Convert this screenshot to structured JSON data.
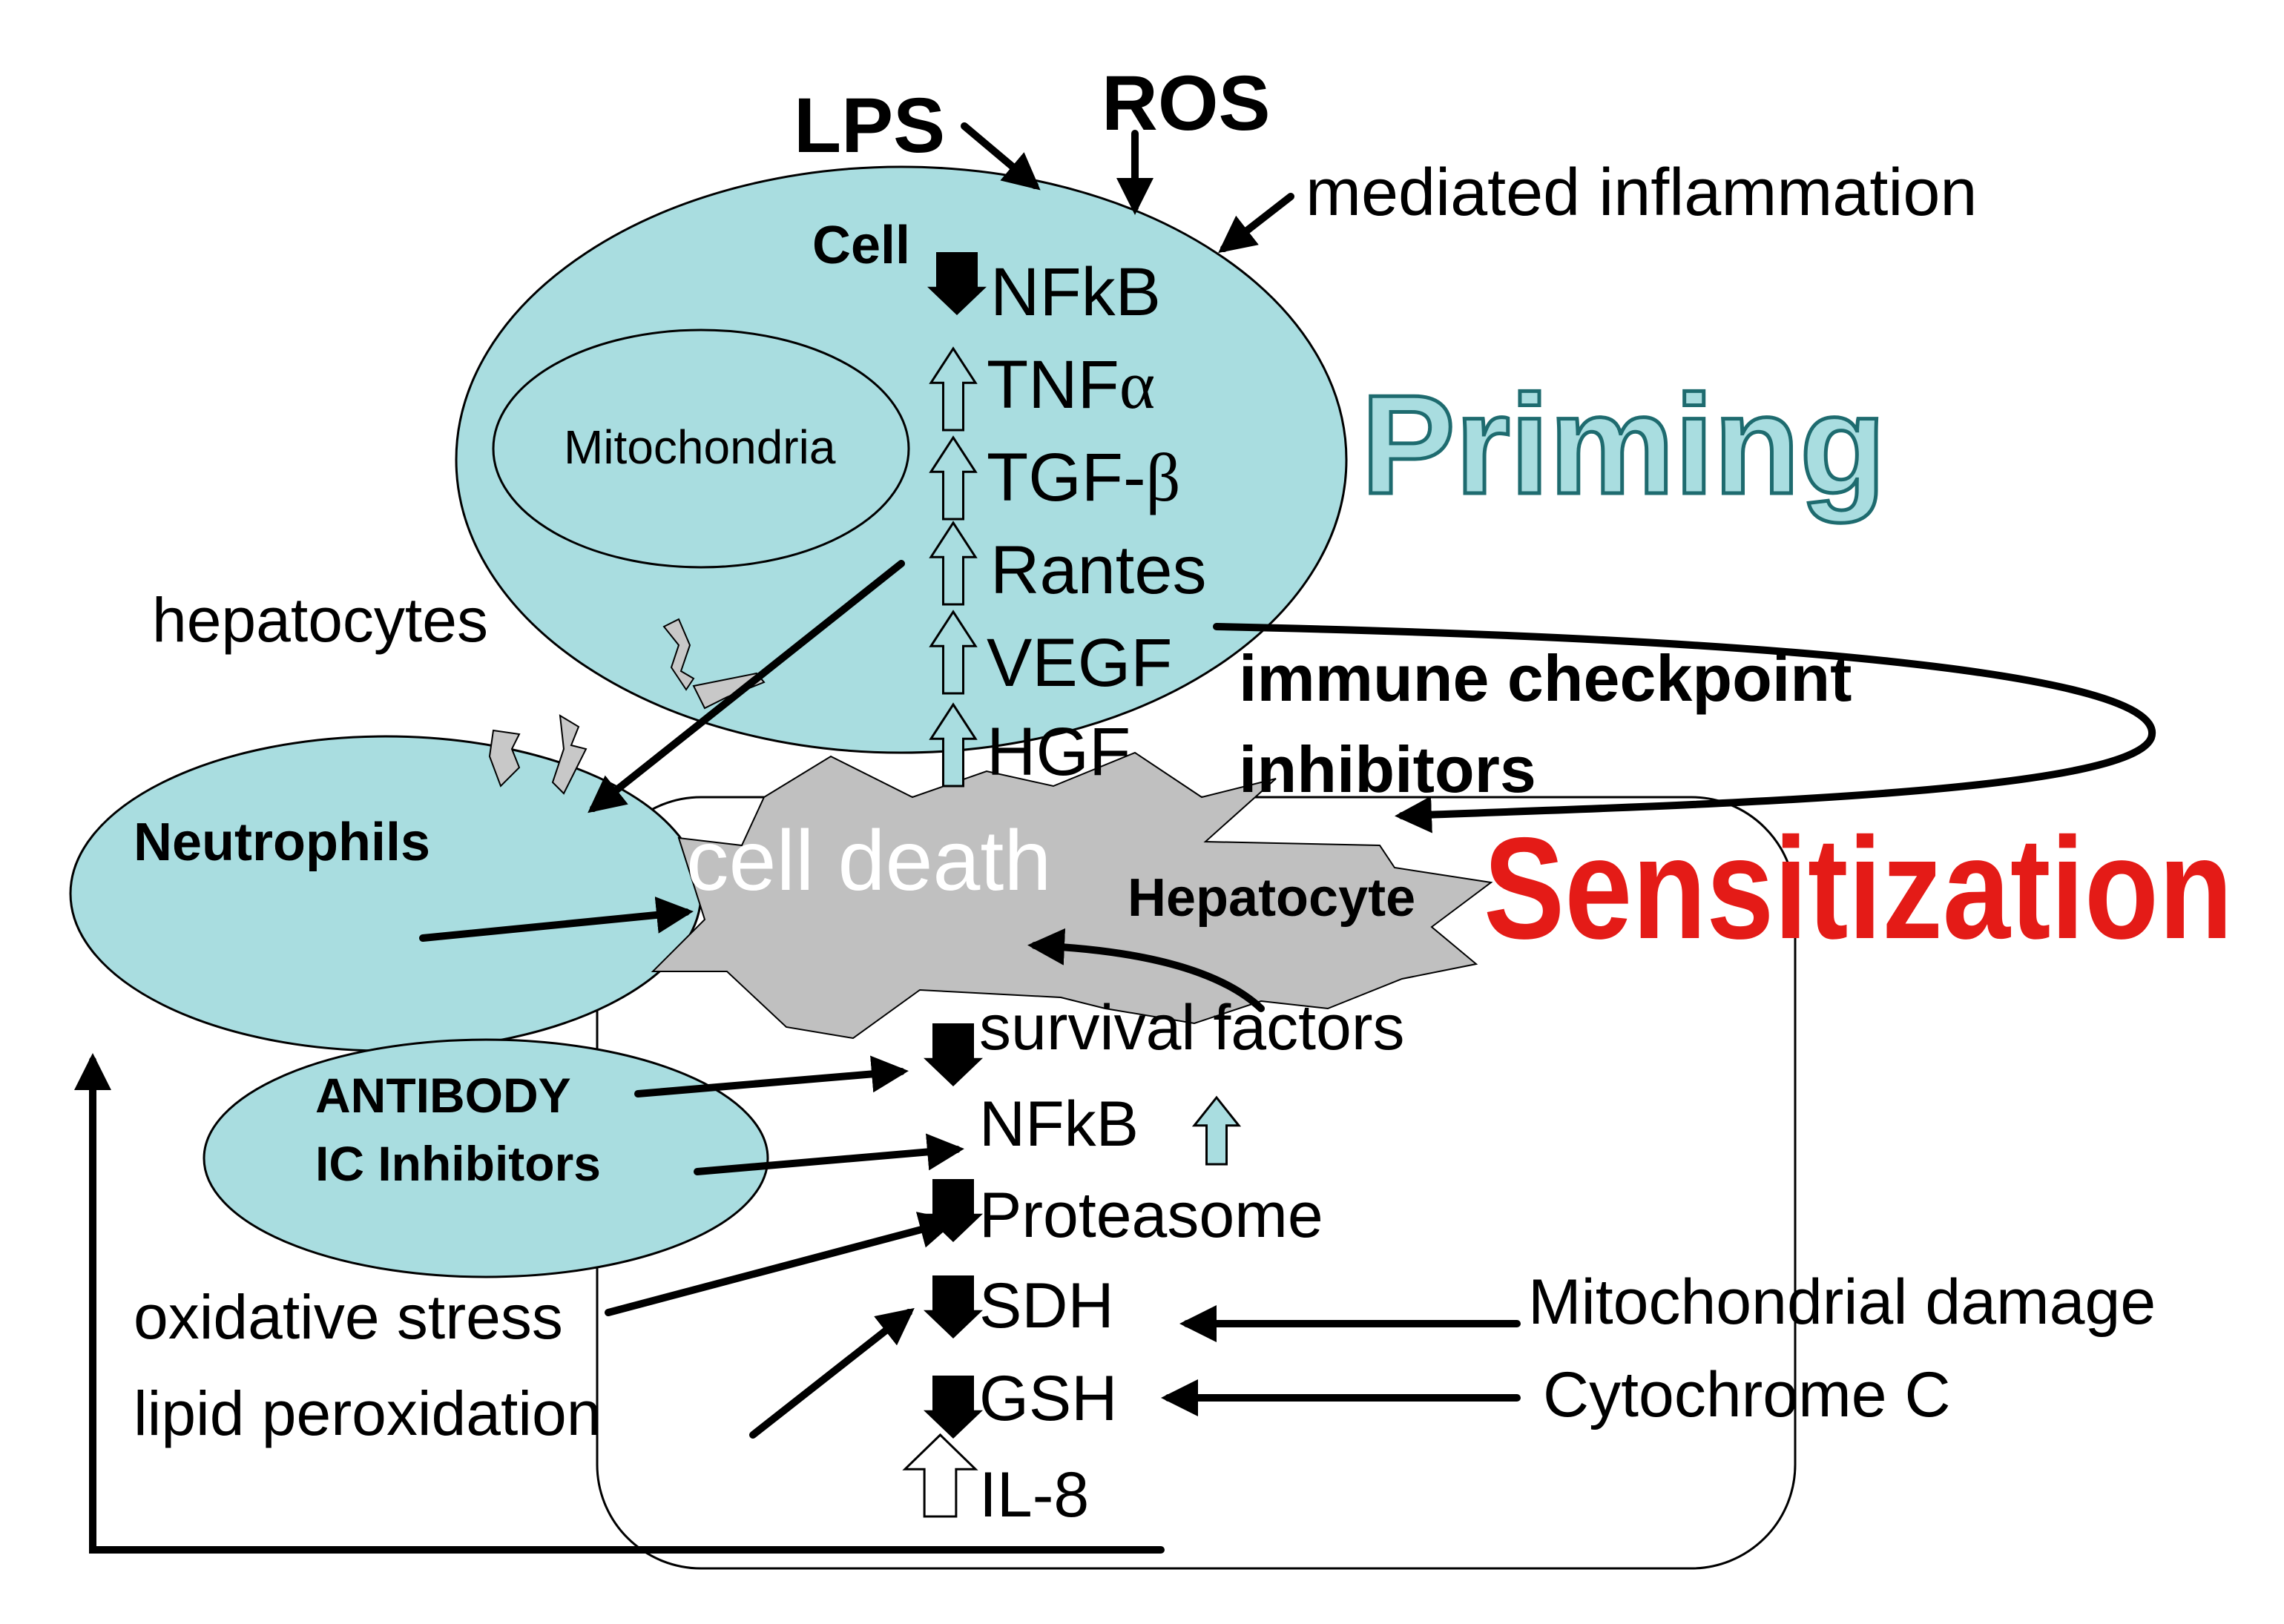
{
  "inputs": {
    "lps": "LPS",
    "ros": "ROS",
    "mediated_inflammation": "mediated inflammation"
  },
  "cell": {
    "label": "Cell",
    "mitochondria": "Mitochondria",
    "hepatocytes": "hepatocytes"
  },
  "mediators": [
    {
      "name": "NFkB",
      "direction": "down"
    },
    {
      "name": "TNF",
      "greek": "α",
      "direction": "up"
    },
    {
      "name": "TGF-",
      "greek": "β",
      "direction": "up"
    },
    {
      "name": "Rantes",
      "direction": "up"
    },
    {
      "name": "VEGF",
      "direction": "up"
    },
    {
      "name": "HGF",
      "direction": "up"
    }
  ],
  "phases": {
    "priming": "Priming",
    "sensitization": "Sensitization"
  },
  "immune": {
    "line1": "immune checkpoint",
    "line2": "inhibitors"
  },
  "neutrophils": "Neutrophils",
  "death": {
    "label": "cell death",
    "hepatocyte": "Hepatocyte"
  },
  "antibody": {
    "line1": "ANTIBODY",
    "line2": "IC Inhibitors"
  },
  "stresses": {
    "oxidative": "oxidative  stress",
    "lipid": "lipid peroxidation"
  },
  "downstream": [
    {
      "name": "survival factors",
      "direction": "down"
    },
    {
      "name": "NFkB",
      "direction": "up"
    },
    {
      "name": "Proteasome",
      "direction": "down"
    },
    {
      "name": "SDH",
      "direction": "down"
    },
    {
      "name": "GSH",
      "direction": "down"
    },
    {
      "name": "IL-8",
      "direction": "up"
    }
  ],
  "mito_damage": "Mitochondrial damage",
  "cytochrome": "Cytochrome C",
  "colors": {
    "cell_fill": "#a9dde0",
    "death_fill": "#c0c0c0",
    "sensitization": "#e41b17",
    "priming_outline": "#1e6b6f",
    "line": "#000000"
  }
}
